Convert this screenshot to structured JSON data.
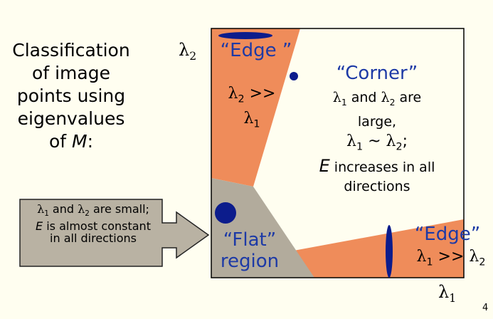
{
  "title_lines": [
    "Classification",
    "of image",
    "points using",
    "eigenvalues",
    "of "
  ],
  "title_emph": "M",
  "title_colon": ":",
  "axes": {
    "y_symbol": "λ",
    "y_sub": "2",
    "x_symbol": "λ",
    "x_sub": "1"
  },
  "regions": {
    "edge_top": {
      "label": "“Edge ”",
      "cond_symbol": "λ",
      "cond_a_sub": "2",
      "cond_op": " >>",
      "cond_b_sub": "1"
    },
    "corner": {
      "label": "“Corner”",
      "line1_pre": " and ",
      "line1_post": " are",
      "line2": "large,",
      "line3_op": " ~ ",
      "line3_end": ";",
      "line4_emph": "E",
      "line4_rest": " increases in all",
      "line5": "directions"
    },
    "flat": {
      "label_line1": "“Flat”",
      "label_line2": "region"
    },
    "edge_right": {
      "label": "“Edge”",
      "cond_op": " >> "
    }
  },
  "note": {
    "line1_mid": " and ",
    "line1_end": " are small;",
    "line2_emph": "E",
    "line2_rest": " is almost constant",
    "line3": "in all directions"
  },
  "page_number": "4",
  "colors": {
    "edge_fill": "#ef8c5a",
    "flat_fill": "#b2ab9c",
    "corner_fill": "#fffef0",
    "ellipse_fill": "#0c1c8c",
    "label_blue": "#1d3aa6",
    "note_fill": "#b9b2a3"
  }
}
